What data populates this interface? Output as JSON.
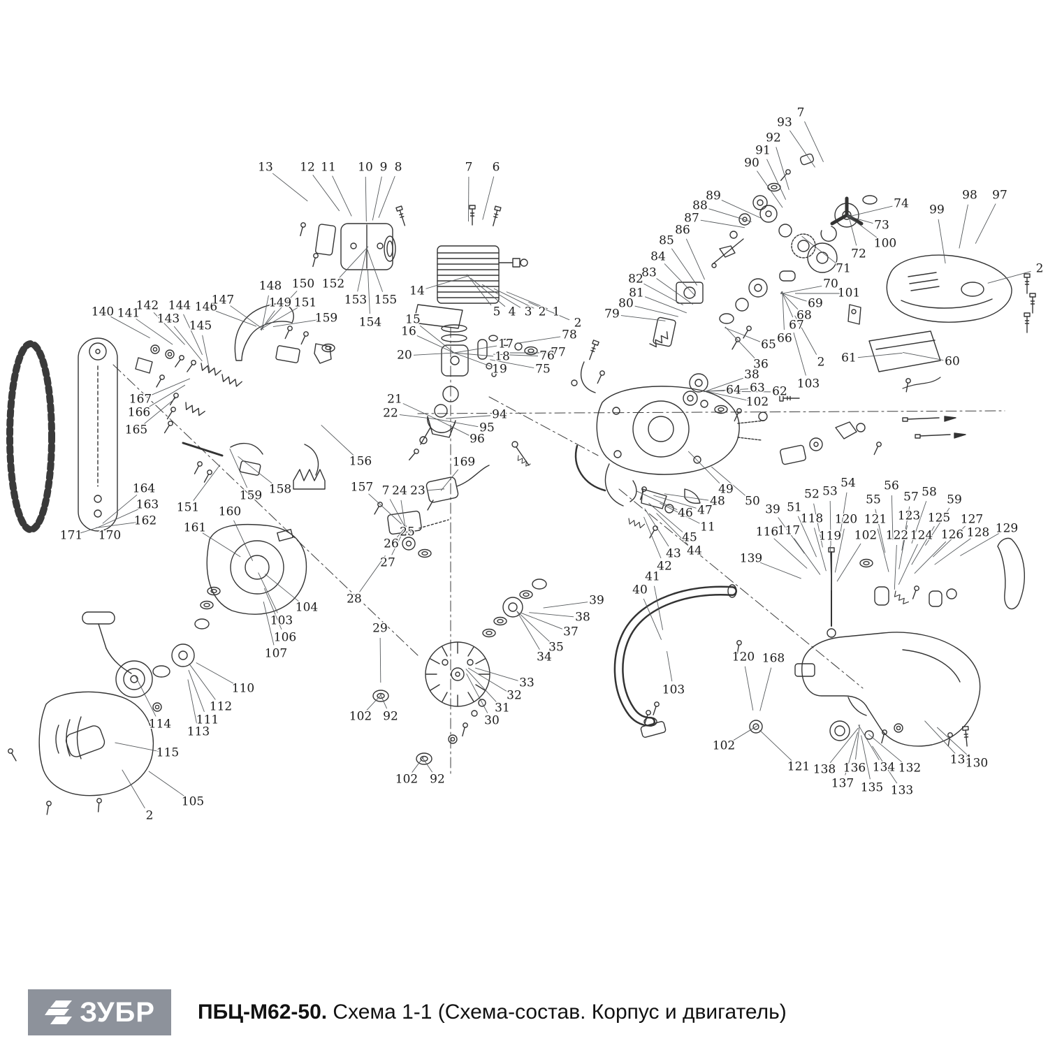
{
  "footer": {
    "brand": "ЗУБР",
    "model": "ПБЦ-М62-50.",
    "subtitle": " Схема 1-1 (Схема-состав. Корпус и двигатель)"
  },
  "colors": {
    "logo_bg": "#8d929b",
    "line": "#333333",
    "label": "#1c1c1c"
  },
  "diagram": {
    "labels": [
      [
        "13",
        380,
        240
      ],
      [
        "12",
        440,
        240
      ],
      [
        "11",
        470,
        240
      ],
      [
        "10",
        523,
        240
      ],
      [
        "9",
        549,
        240
      ],
      [
        "8",
        570,
        240
      ],
      [
        "7",
        671,
        240
      ],
      [
        "6",
        710,
        240
      ],
      [
        "7",
        1146,
        162
      ],
      [
        "93",
        1123,
        176
      ],
      [
        "92",
        1107,
        198
      ],
      [
        "91",
        1092,
        216
      ],
      [
        "90",
        1076,
        234
      ],
      [
        "89",
        1021,
        281
      ],
      [
        "88",
        1002,
        295
      ],
      [
        "87",
        990,
        313
      ],
      [
        "86",
        977,
        330
      ],
      [
        "85",
        954,
        345
      ],
      [
        "84",
        942,
        368
      ],
      [
        "83",
        929,
        391
      ],
      [
        "82",
        910,
        400
      ],
      [
        "81",
        911,
        420
      ],
      [
        "80",
        896,
        435
      ],
      [
        "79",
        876,
        450
      ],
      [
        "78",
        815,
        480
      ],
      [
        "77",
        799,
        505
      ],
      [
        "76",
        783,
        510
      ],
      [
        "75",
        777,
        529
      ],
      [
        "74",
        1290,
        292
      ],
      [
        "73",
        1262,
        323
      ],
      [
        "72",
        1229,
        364
      ],
      [
        "71",
        1207,
        385
      ],
      [
        "70",
        1189,
        407
      ],
      [
        "69",
        1167,
        435
      ],
      [
        "68",
        1151,
        452
      ],
      [
        "67",
        1140,
        466
      ],
      [
        "66",
        1123,
        485
      ],
      [
        "65",
        1100,
        494
      ],
      [
        "98",
        1388,
        280
      ],
      [
        "97",
        1431,
        280
      ],
      [
        "99",
        1341,
        301
      ],
      [
        "100",
        1267,
        349
      ],
      [
        "2",
        1488,
        385
      ],
      [
        "101",
        1215,
        420
      ],
      [
        "61",
        1215,
        513
      ],
      [
        "60",
        1363,
        518
      ],
      [
        "14",
        597,
        417
      ],
      [
        "5",
        711,
        447
      ],
      [
        "4",
        733,
        447
      ],
      [
        "3",
        756,
        447
      ],
      [
        "2",
        776,
        447
      ],
      [
        "1",
        796,
        447
      ],
      [
        "15",
        591,
        458
      ],
      [
        "16",
        585,
        475
      ],
      [
        "17",
        724,
        493
      ],
      [
        "18",
        719,
        511
      ],
      [
        "19",
        715,
        529
      ],
      [
        "20",
        579,
        509
      ],
      [
        "21",
        565,
        572
      ],
      [
        "22",
        559,
        592
      ],
      [
        "148",
        387,
        410
      ],
      [
        "150",
        434,
        407
      ],
      [
        "152",
        477,
        407
      ],
      [
        "149",
        401,
        434
      ],
      [
        "151",
        437,
        434
      ],
      [
        "153",
        509,
        430
      ],
      [
        "155",
        552,
        430
      ],
      [
        "154",
        530,
        462
      ],
      [
        "159",
        467,
        456
      ],
      [
        "140",
        147,
        447
      ],
      [
        "141",
        184,
        449
      ],
      [
        "142",
        211,
        438
      ],
      [
        "144",
        257,
        438
      ],
      [
        "143",
        241,
        457
      ],
      [
        "146",
        295,
        440
      ],
      [
        "147",
        319,
        430
      ],
      [
        "145",
        287,
        467
      ],
      [
        "167",
        201,
        572
      ],
      [
        "166",
        199,
        591
      ],
      [
        "165",
        195,
        616
      ],
      [
        "164",
        206,
        700
      ],
      [
        "163",
        211,
        723
      ],
      [
        "151",
        269,
        727
      ],
      [
        "162",
        208,
        746
      ],
      [
        "161",
        279,
        756
      ],
      [
        "160",
        329,
        733
      ],
      [
        "159",
        359,
        710
      ],
      [
        "158",
        401,
        701
      ],
      [
        "156",
        516,
        661
      ],
      [
        "157",
        518,
        698
      ],
      [
        "2",
        827,
        463
      ],
      [
        "94",
        715,
        594
      ],
      [
        "95",
        697,
        613
      ],
      [
        "96",
        683,
        629
      ],
      [
        "169",
        664,
        662
      ],
      [
        "7",
        552,
        703
      ],
      [
        "24",
        572,
        703
      ],
      [
        "23",
        598,
        703
      ],
      [
        "25",
        583,
        762
      ],
      [
        "26",
        560,
        779
      ],
      [
        "27",
        555,
        806
      ],
      [
        "28",
        507,
        858
      ],
      [
        "29",
        544,
        900
      ],
      [
        "39",
        854,
        860
      ],
      [
        "38",
        834,
        884
      ],
      [
        "37",
        817,
        905
      ],
      [
        "35",
        796,
        927
      ],
      [
        "34",
        779,
        941
      ],
      [
        "33",
        754,
        978
      ],
      [
        "32",
        736,
        996
      ],
      [
        "31",
        719,
        1014
      ],
      [
        "30",
        704,
        1032
      ],
      [
        "102",
        516,
        1026
      ],
      [
        "92",
        559,
        1026
      ],
      [
        "102",
        582,
        1116
      ],
      [
        "92",
        626,
        1116
      ],
      [
        "104",
        439,
        870
      ],
      [
        "103",
        403,
        889
      ],
      [
        "106",
        408,
        913
      ],
      [
        "107",
        395,
        936
      ],
      [
        "110",
        348,
        986
      ],
      [
        "112",
        316,
        1012
      ],
      [
        "111",
        297,
        1031
      ],
      [
        "114",
        229,
        1037
      ],
      [
        "113",
        284,
        1048
      ],
      [
        "115",
        240,
        1078
      ],
      [
        "105",
        276,
        1148
      ],
      [
        "2",
        214,
        1168
      ],
      [
        "171",
        102,
        767
      ],
      [
        "170",
        157,
        767
      ],
      [
        "36",
        1089,
        522
      ],
      [
        "38",
        1076,
        537
      ],
      [
        "64",
        1050,
        559
      ],
      [
        "63",
        1084,
        556
      ],
      [
        "62",
        1116,
        561
      ],
      [
        "103",
        1157,
        550
      ],
      [
        "102",
        1084,
        576
      ],
      [
        "2",
        1175,
        519
      ],
      [
        "49",
        1039,
        701
      ],
      [
        "48",
        1027,
        718
      ],
      [
        "47",
        1009,
        731
      ],
      [
        "46",
        981,
        735
      ],
      [
        "11",
        1013,
        755
      ],
      [
        "45",
        987,
        770
      ],
      [
        "44",
        994,
        789
      ],
      [
        "43",
        964,
        793
      ],
      [
        "42",
        951,
        811
      ],
      [
        "41",
        934,
        826
      ],
      [
        "40",
        916,
        845
      ],
      [
        "50",
        1077,
        718
      ],
      [
        "39",
        1106,
        730
      ],
      [
        "51",
        1137,
        727
      ],
      [
        "52",
        1162,
        708
      ],
      [
        "53",
        1188,
        704
      ],
      [
        "54",
        1214,
        692
      ],
      [
        "55",
        1250,
        716
      ],
      [
        "56",
        1276,
        696
      ],
      [
        "57",
        1304,
        712
      ],
      [
        "58",
        1330,
        705
      ],
      [
        "59",
        1366,
        716
      ],
      [
        "139",
        1075,
        800
      ],
      [
        "116",
        1098,
        762
      ],
      [
        "117",
        1129,
        760
      ],
      [
        "118",
        1162,
        743
      ],
      [
        "119",
        1188,
        768
      ],
      [
        "120",
        1211,
        744
      ],
      [
        "102",
        1239,
        767
      ],
      [
        "121",
        1253,
        744
      ],
      [
        "122",
        1284,
        767
      ],
      [
        "123",
        1301,
        739
      ],
      [
        "124",
        1319,
        767
      ],
      [
        "125",
        1344,
        742
      ],
      [
        "126",
        1363,
        766
      ],
      [
        "127",
        1391,
        744
      ],
      [
        "128",
        1400,
        763
      ],
      [
        "129",
        1441,
        757
      ],
      [
        "120",
        1064,
        941
      ],
      [
        "168",
        1107,
        943
      ],
      [
        "103",
        964,
        988
      ],
      [
        "102",
        1036,
        1068
      ],
      [
        "121",
        1143,
        1098
      ],
      [
        "138",
        1180,
        1102
      ],
      [
        "136",
        1223,
        1100
      ],
      [
        "137",
        1206,
        1122
      ],
      [
        "135",
        1248,
        1128
      ],
      [
        "134",
        1265,
        1099
      ],
      [
        "133",
        1291,
        1132
      ],
      [
        "132",
        1302,
        1100
      ],
      [
        "131",
        1376,
        1088
      ],
      [
        "130",
        1398,
        1093
      ]
    ]
  }
}
